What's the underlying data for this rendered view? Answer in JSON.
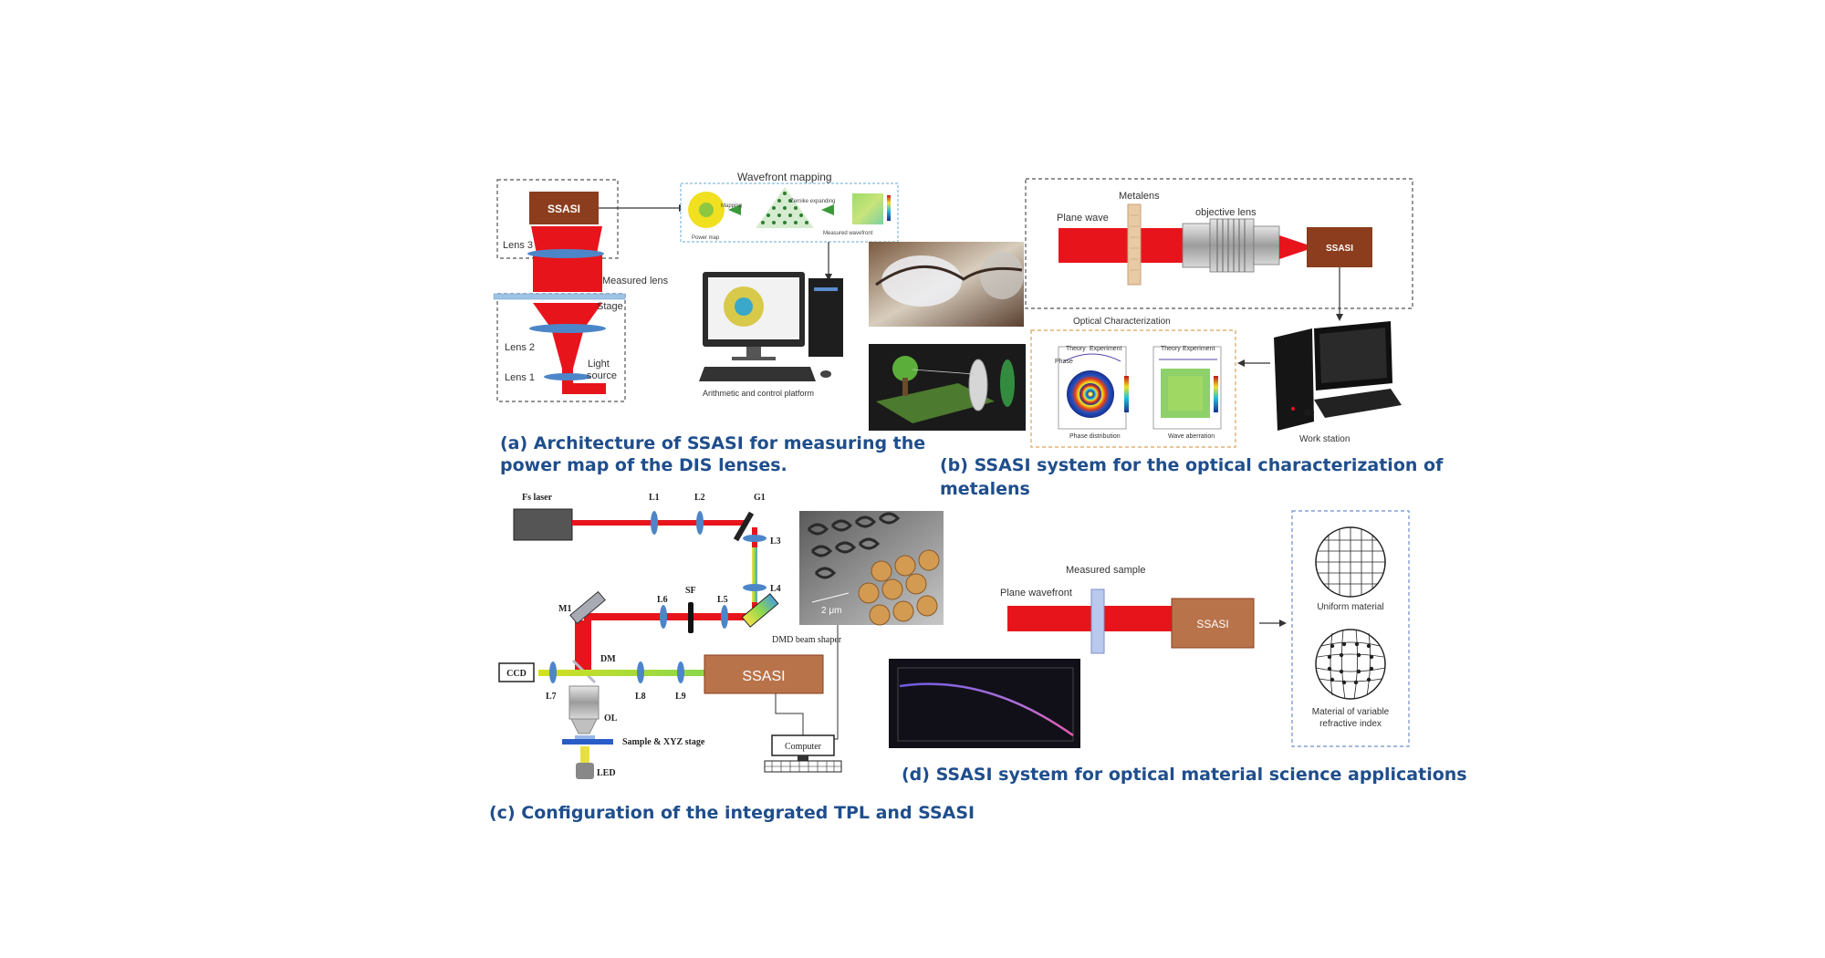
{
  "colors": {
    "ssasi_box": "#8b3d1d",
    "laser_red": "#e8141c",
    "lens_blue": "#4d86c8",
    "caption_blue": "#1f4e8c",
    "dashed_border": "#555555",
    "orange_dashed": "#d9a25a",
    "blue_dashed": "#6e8ec9"
  },
  "panel_a": {
    "ssasi_label": "SSASI",
    "wavefront_title": "Wavefront mapping",
    "wavefront_power_map": "Power map",
    "wavefront_mapping_step": "Mapping",
    "wavefront_expanding_step": "Zernike expanding",
    "wavefront_measured": "Measured wavefront",
    "lens3": "Lens 3",
    "measured_lens": "Measured lens",
    "stage": "Stage",
    "lens2": "Lens 2",
    "light_source_1": "Light",
    "light_source_2": "source",
    "lens1": "Lens 1",
    "platform": "Arithmetic and control platform",
    "caption_line1": "(a) Architecture of SSASI for measuring the",
    "caption_line2": "power map of the DIS lenses."
  },
  "panel_b": {
    "metalens": "Metalens",
    "objective_lens": "objective lens",
    "plane_wave": "Plane wave",
    "ssasi_label": "SSASI",
    "optical_char": "Optical Characterization",
    "theory": "Theory",
    "experiment": "Experiment",
    "phase": "Phase",
    "phase_distribution": "Phase distribution",
    "wave_aberration": "Wave aberration",
    "work_station": "Work station",
    "caption_line1": "(b) SSASI system for the optical characterization of",
    "caption_line2": "metalens"
  },
  "panel_c": {
    "fs_laser": "Fs laser",
    "l1": "L1",
    "l2": "L2",
    "g1": "G1",
    "l3": "L3",
    "l4": "L4",
    "l5": "L5",
    "l6": "L6",
    "sf": "SF",
    "m1": "M1",
    "dmd": "DMD beam shaper",
    "ccd": "CCD",
    "dm": "DM",
    "l7": "L7",
    "l8": "L8",
    "l9": "L9",
    "ol": "OL",
    "sample_stage": "Sample & XYZ stage",
    "led": "LED",
    "ssasi_label": "SSASI",
    "computer": "Computer",
    "scale": "2 μm",
    "caption": "(c) Configuration of the integrated TPL and SSASI"
  },
  "panel_d": {
    "measured_sample": "Measured sample",
    "plane_wavefront": "Plane wavefront",
    "ssasi_label": "SSASI",
    "uniform": "Uniform material",
    "variable_1": "Material of variable",
    "variable_2": "refractive index",
    "caption": "(d) SSASI system for optical material science applications"
  }
}
